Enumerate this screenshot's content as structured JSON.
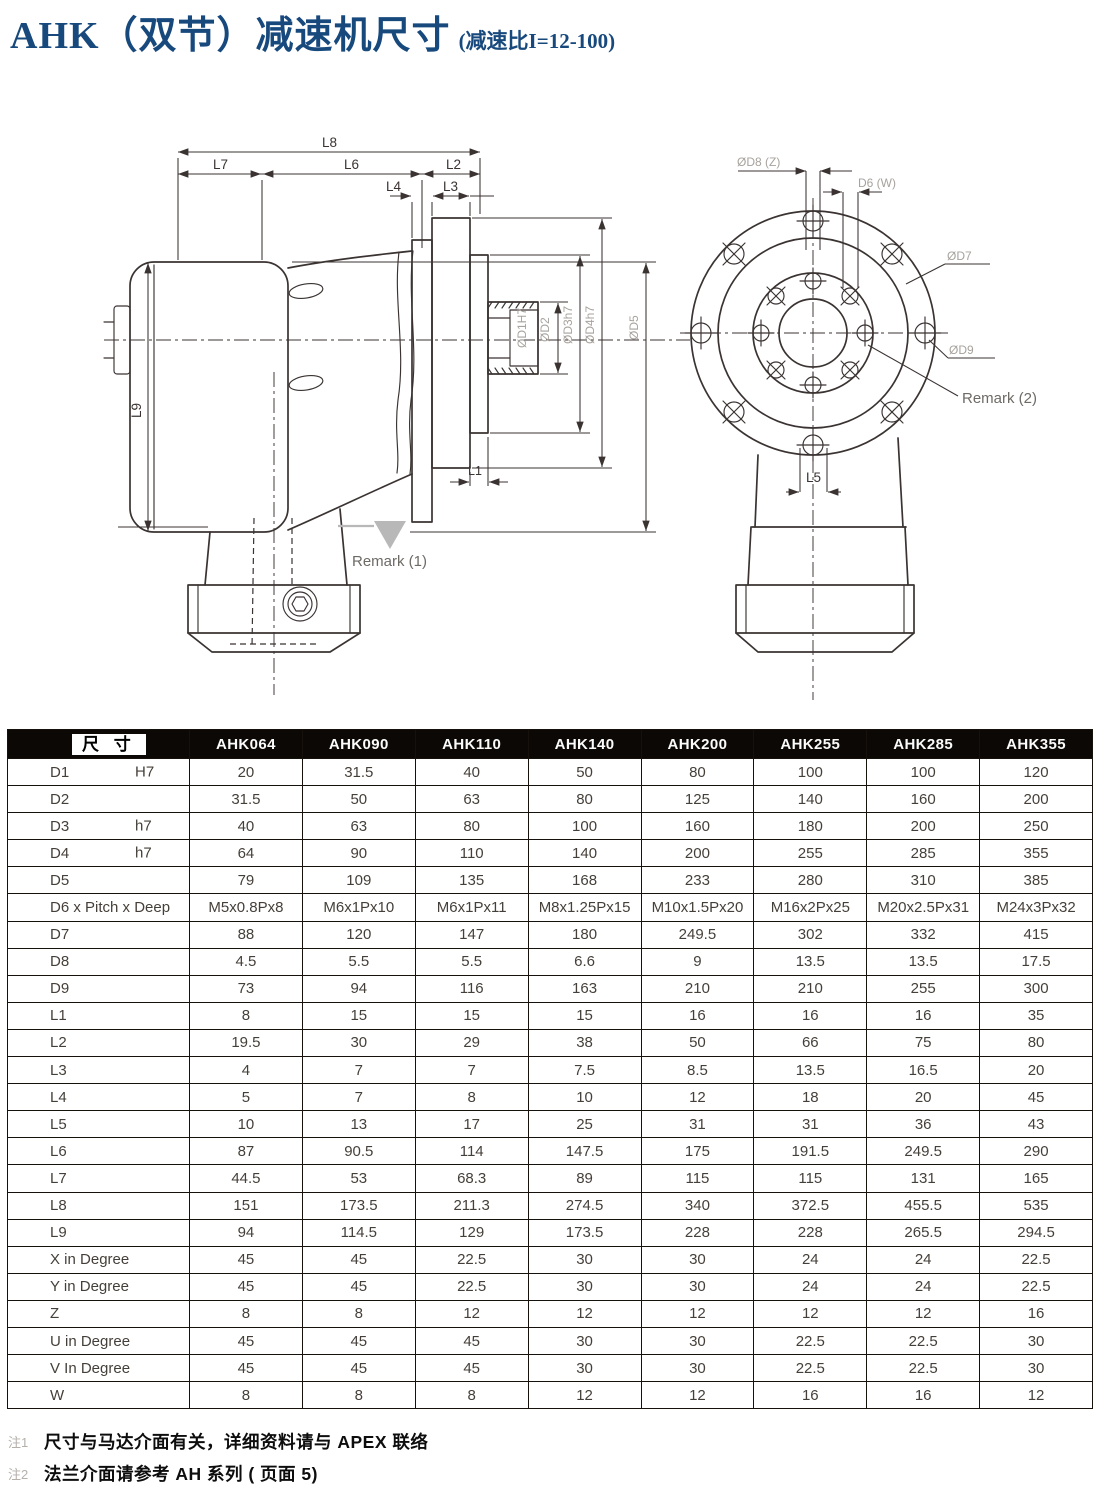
{
  "title": {
    "main": "AHK（双节）减速机尺寸",
    "sub": "(减速比I=12-100)"
  },
  "drawing": {
    "side": {
      "l1": "L1",
      "l2": "L2",
      "l3": "L3",
      "l4": "L4",
      "l6": "L6",
      "l7": "L7",
      "l8": "L8",
      "l9": "L9",
      "remark": "Remark (1)",
      "d_labels": [
        "ØD1H7",
        "ØD2",
        "ØD3h7",
        "ØD4h7",
        "ØD5"
      ]
    },
    "front": {
      "d8": "ØD8 (Z)",
      "d6": "D6 (W)",
      "d7": "ØD7",
      "d9": "ØD9",
      "l5": "L5",
      "remark": "Remark (2)"
    }
  },
  "table": {
    "header": {
      "corner": "尺 寸",
      "models": [
        "AHK064",
        "AHK090",
        "AHK110",
        "AHK140",
        "AHK200",
        "AHK255",
        "AHK285",
        "AHK355"
      ]
    },
    "rows": [
      {
        "name": "D1",
        "tol": "H7",
        "values": [
          "20",
          "31.5",
          "40",
          "50",
          "80",
          "100",
          "100",
          "120"
        ]
      },
      {
        "name": "D2",
        "tol": "",
        "values": [
          "31.5",
          "50",
          "63",
          "80",
          "125",
          "140",
          "160",
          "200"
        ]
      },
      {
        "name": "D3",
        "tol": "h7",
        "values": [
          "40",
          "63",
          "80",
          "100",
          "160",
          "180",
          "200",
          "250"
        ]
      },
      {
        "name": "D4",
        "tol": "h7",
        "values": [
          "64",
          "90",
          "110",
          "140",
          "200",
          "255",
          "285",
          "355"
        ]
      },
      {
        "name": "D5",
        "tol": "",
        "values": [
          "79",
          "109",
          "135",
          "168",
          "233",
          "280",
          "310",
          "385"
        ]
      },
      {
        "name": "D6 x Pitch x Deep",
        "tol": "",
        "values": [
          "M5x0.8Px8",
          "M6x1Px10",
          "M6x1Px11",
          "M8x1.25Px15",
          "M10x1.5Px20",
          "M16x2Px25",
          "M20x2.5Px31",
          "M24x3Px32"
        ]
      },
      {
        "name": "D7",
        "tol": "",
        "values": [
          "88",
          "120",
          "147",
          "180",
          "249.5",
          "302",
          "332",
          "415"
        ]
      },
      {
        "name": "D8",
        "tol": "",
        "values": [
          "4.5",
          "5.5",
          "5.5",
          "6.6",
          "9",
          "13.5",
          "13.5",
          "17.5"
        ]
      },
      {
        "name": "D9",
        "tol": "",
        "values": [
          "73",
          "94",
          "116",
          "163",
          "210",
          "210",
          "255",
          "300"
        ]
      },
      {
        "name": "L1",
        "tol": "",
        "values": [
          "8",
          "15",
          "15",
          "15",
          "16",
          "16",
          "16",
          "35"
        ]
      },
      {
        "name": "L2",
        "tol": "",
        "values": [
          "19.5",
          "30",
          "29",
          "38",
          "50",
          "66",
          "75",
          "80"
        ]
      },
      {
        "name": "L3",
        "tol": "",
        "values": [
          "4",
          "7",
          "7",
          "7.5",
          "8.5",
          "13.5",
          "16.5",
          "20"
        ]
      },
      {
        "name": "L4",
        "tol": "",
        "values": [
          "5",
          "7",
          "8",
          "10",
          "12",
          "18",
          "20",
          "45"
        ]
      },
      {
        "name": "L5",
        "tol": "",
        "values": [
          "10",
          "13",
          "17",
          "25",
          "31",
          "31",
          "36",
          "43"
        ]
      },
      {
        "name": "L6",
        "tol": "",
        "values": [
          "87",
          "90.5",
          "114",
          "147.5",
          "175",
          "191.5",
          "249.5",
          "290"
        ]
      },
      {
        "name": "L7",
        "tol": "",
        "values": [
          "44.5",
          "53",
          "68.3",
          "89",
          "115",
          "115",
          "131",
          "165"
        ]
      },
      {
        "name": "L8",
        "tol": "",
        "values": [
          "151",
          "173.5",
          "211.3",
          "274.5",
          "340",
          "372.5",
          "455.5",
          "535"
        ]
      },
      {
        "name": "L9",
        "tol": "",
        "values": [
          "94",
          "114.5",
          "129",
          "173.5",
          "228",
          "228",
          "265.5",
          "294.5"
        ]
      },
      {
        "name": "X in Degree",
        "tol": "",
        "values": [
          "45",
          "45",
          "22.5",
          "30",
          "30",
          "24",
          "24",
          "22.5"
        ]
      },
      {
        "name": "Y in Degree",
        "tol": "",
        "values": [
          "45",
          "45",
          "22.5",
          "30",
          "30",
          "24",
          "24",
          "22.5"
        ]
      },
      {
        "name": "Z",
        "tol": "",
        "values": [
          "8",
          "8",
          "12",
          "12",
          "12",
          "12",
          "12",
          "16"
        ]
      },
      {
        "name": "U in Degree",
        "tol": "",
        "values": [
          "45",
          "45",
          "45",
          "30",
          "30",
          "22.5",
          "22.5",
          "30"
        ]
      },
      {
        "name": "V In Degree",
        "tol": "",
        "values": [
          "45",
          "45",
          "45",
          "30",
          "30",
          "22.5",
          "22.5",
          "30"
        ]
      },
      {
        "name": "W",
        "tol": "",
        "values": [
          "8",
          "8",
          "8",
          "12",
          "12",
          "16",
          "16",
          "12"
        ]
      }
    ]
  },
  "notes": [
    {
      "mark": "注1",
      "text": "尺寸与马达介面有关，详细资料请与 APEX 联络"
    },
    {
      "mark": "注2",
      "text": "法兰介面请参考 AH 系列 ( 页面 5)"
    }
  ],
  "colors": {
    "title": "#17497d",
    "line": "#3a3332",
    "faint": "#a7a29d",
    "remark_gray": "#6e6a66"
  }
}
